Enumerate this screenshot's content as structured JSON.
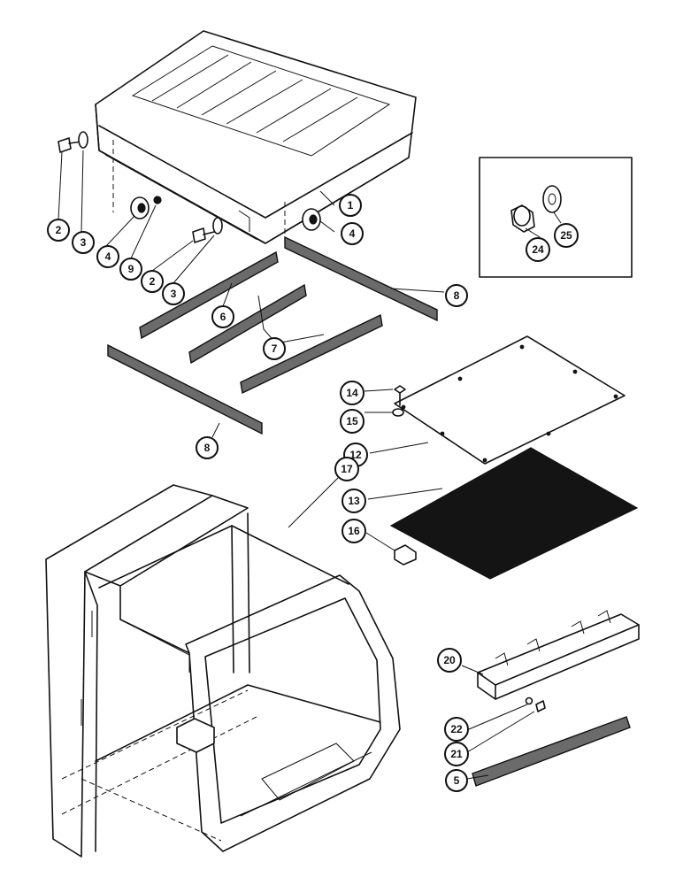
{
  "callouts": [
    {
      "id": "c1",
      "label": "1"
    },
    {
      "id": "c2a",
      "label": "2"
    },
    {
      "id": "c3a",
      "label": "3"
    },
    {
      "id": "c4a",
      "label": "4"
    },
    {
      "id": "c9",
      "label": "9"
    },
    {
      "id": "c2b",
      "label": "2"
    },
    {
      "id": "c3b",
      "label": "3"
    },
    {
      "id": "c4b",
      "label": "4"
    },
    {
      "id": "c6",
      "label": "6"
    },
    {
      "id": "c7",
      "label": "7"
    },
    {
      "id": "c8a",
      "label": "8"
    },
    {
      "id": "c8b",
      "label": "8"
    },
    {
      "id": "c24",
      "label": "24"
    },
    {
      "id": "c25",
      "label": "25"
    },
    {
      "id": "c14",
      "label": "14"
    },
    {
      "id": "c15",
      "label": "15"
    },
    {
      "id": "c12",
      "label": "12"
    },
    {
      "id": "c13",
      "label": "13"
    },
    {
      "id": "c16",
      "label": "16"
    },
    {
      "id": "c17",
      "label": "17"
    },
    {
      "id": "c20",
      "label": "20"
    },
    {
      "id": "c22",
      "label": "22"
    },
    {
      "id": "c21",
      "label": "21"
    },
    {
      "id": "c5",
      "label": "5"
    }
  ]
}
